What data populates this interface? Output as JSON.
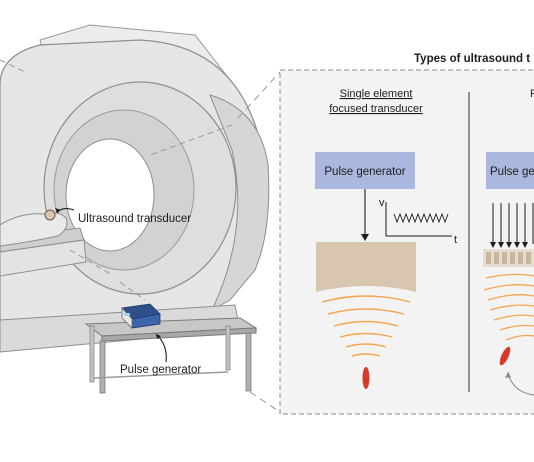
{
  "labels": {
    "panel_title": "Types of ultrasound t",
    "single_heading_line1": "Single element",
    "single_heading_line2": "focused transducer",
    "right_heading_fragment": "P",
    "pulse_generator_box_left": "Pulse generator",
    "pulse_generator_box_right": "Pulse ge",
    "axis_v": "v",
    "axis_t": "t",
    "ultrasound_transducer": "Ultrasound transducer",
    "pulse_generator": "Pulse generator"
  },
  "colors": {
    "pulse_box": "#aab7de",
    "transducer_tan": "#d9c6b1",
    "wave_orange": "#f4a44e",
    "focus_red": "#d83a2a",
    "panel_bg": "#f3f3f3",
    "machine_gray": "#e8e8e8"
  },
  "icons": {
    "scanner": "mri-scanner",
    "table": "lab-table",
    "device": "pulse-generator-device"
  }
}
